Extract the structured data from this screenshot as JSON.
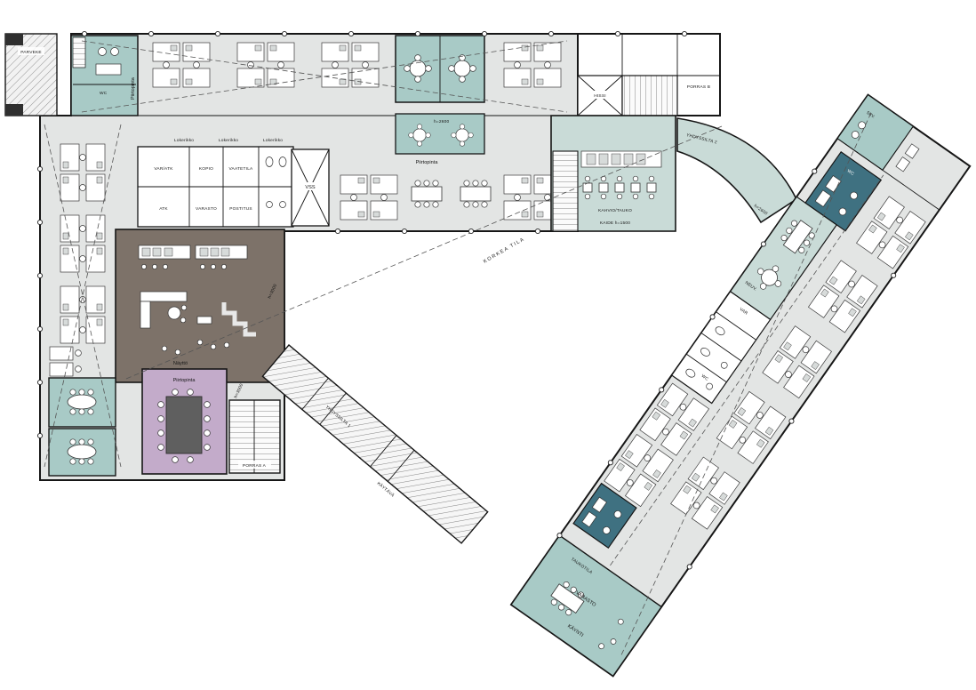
{
  "colors": {
    "floor": "#e3e5e4",
    "meeting_room_teal": "#a8cac6",
    "cafe_teal": "#c9dbd7",
    "wet_room_dark_teal": "#3f7181",
    "lounge_brown": "#7d7269",
    "meeting_room_purple": "#c3abca",
    "conference_table_gray": "#5f5f5f",
    "wall": "#161616"
  },
  "labels": {
    "parveke": "PARVEKE",
    "piirtopinta_left": "Piirtopinta",
    "wc_left": "WC",
    "lokerikko_1": "Lokerikko",
    "lokerikko_2": "Lokerikko",
    "lokerikko_3": "Lokerikko",
    "var_atk": "VAR/ATK",
    "atk": "ATK",
    "kopio": "KOPIO",
    "varasto_mid": "VARASTO",
    "vaatetila": "VAATETILA",
    "postitus": "POSTITUS",
    "vss": "VSS",
    "piirtopinta_center": "Piirtopinta",
    "h2600_meeting": "h=2600",
    "hissi": "HISSI",
    "porras_b": "PORRAS B",
    "kahvio_tauko": "KAHVIO/TAUKO",
    "kaide": "KAIDE h=1500",
    "yhdyssilta_2": "YHDYSSILTA 2",
    "h2600_wing": "h=2600",
    "korkea_tila": "KORKEA TILA",
    "naytto": "Näyttö",
    "piirtopinta_purple": "Piirtopinta",
    "porras_a": "PORRAS A",
    "h3000_a": "h=3000",
    "h3000_b": "h=3000",
    "yhdyssilta_1": "YHDYSSILTA 1",
    "kaytava": "KÄYTÄVÄ",
    "wing": {
      "taukotila": "TAUKOTILA",
      "varasto": "VARASTO",
      "kaynti": "KÄYNTI",
      "wc_mid": "WC",
      "var": "VAR",
      "neuvottelu": "NEUV.",
      "wc_top": "WC",
      "siivous": "SIIV."
    }
  }
}
